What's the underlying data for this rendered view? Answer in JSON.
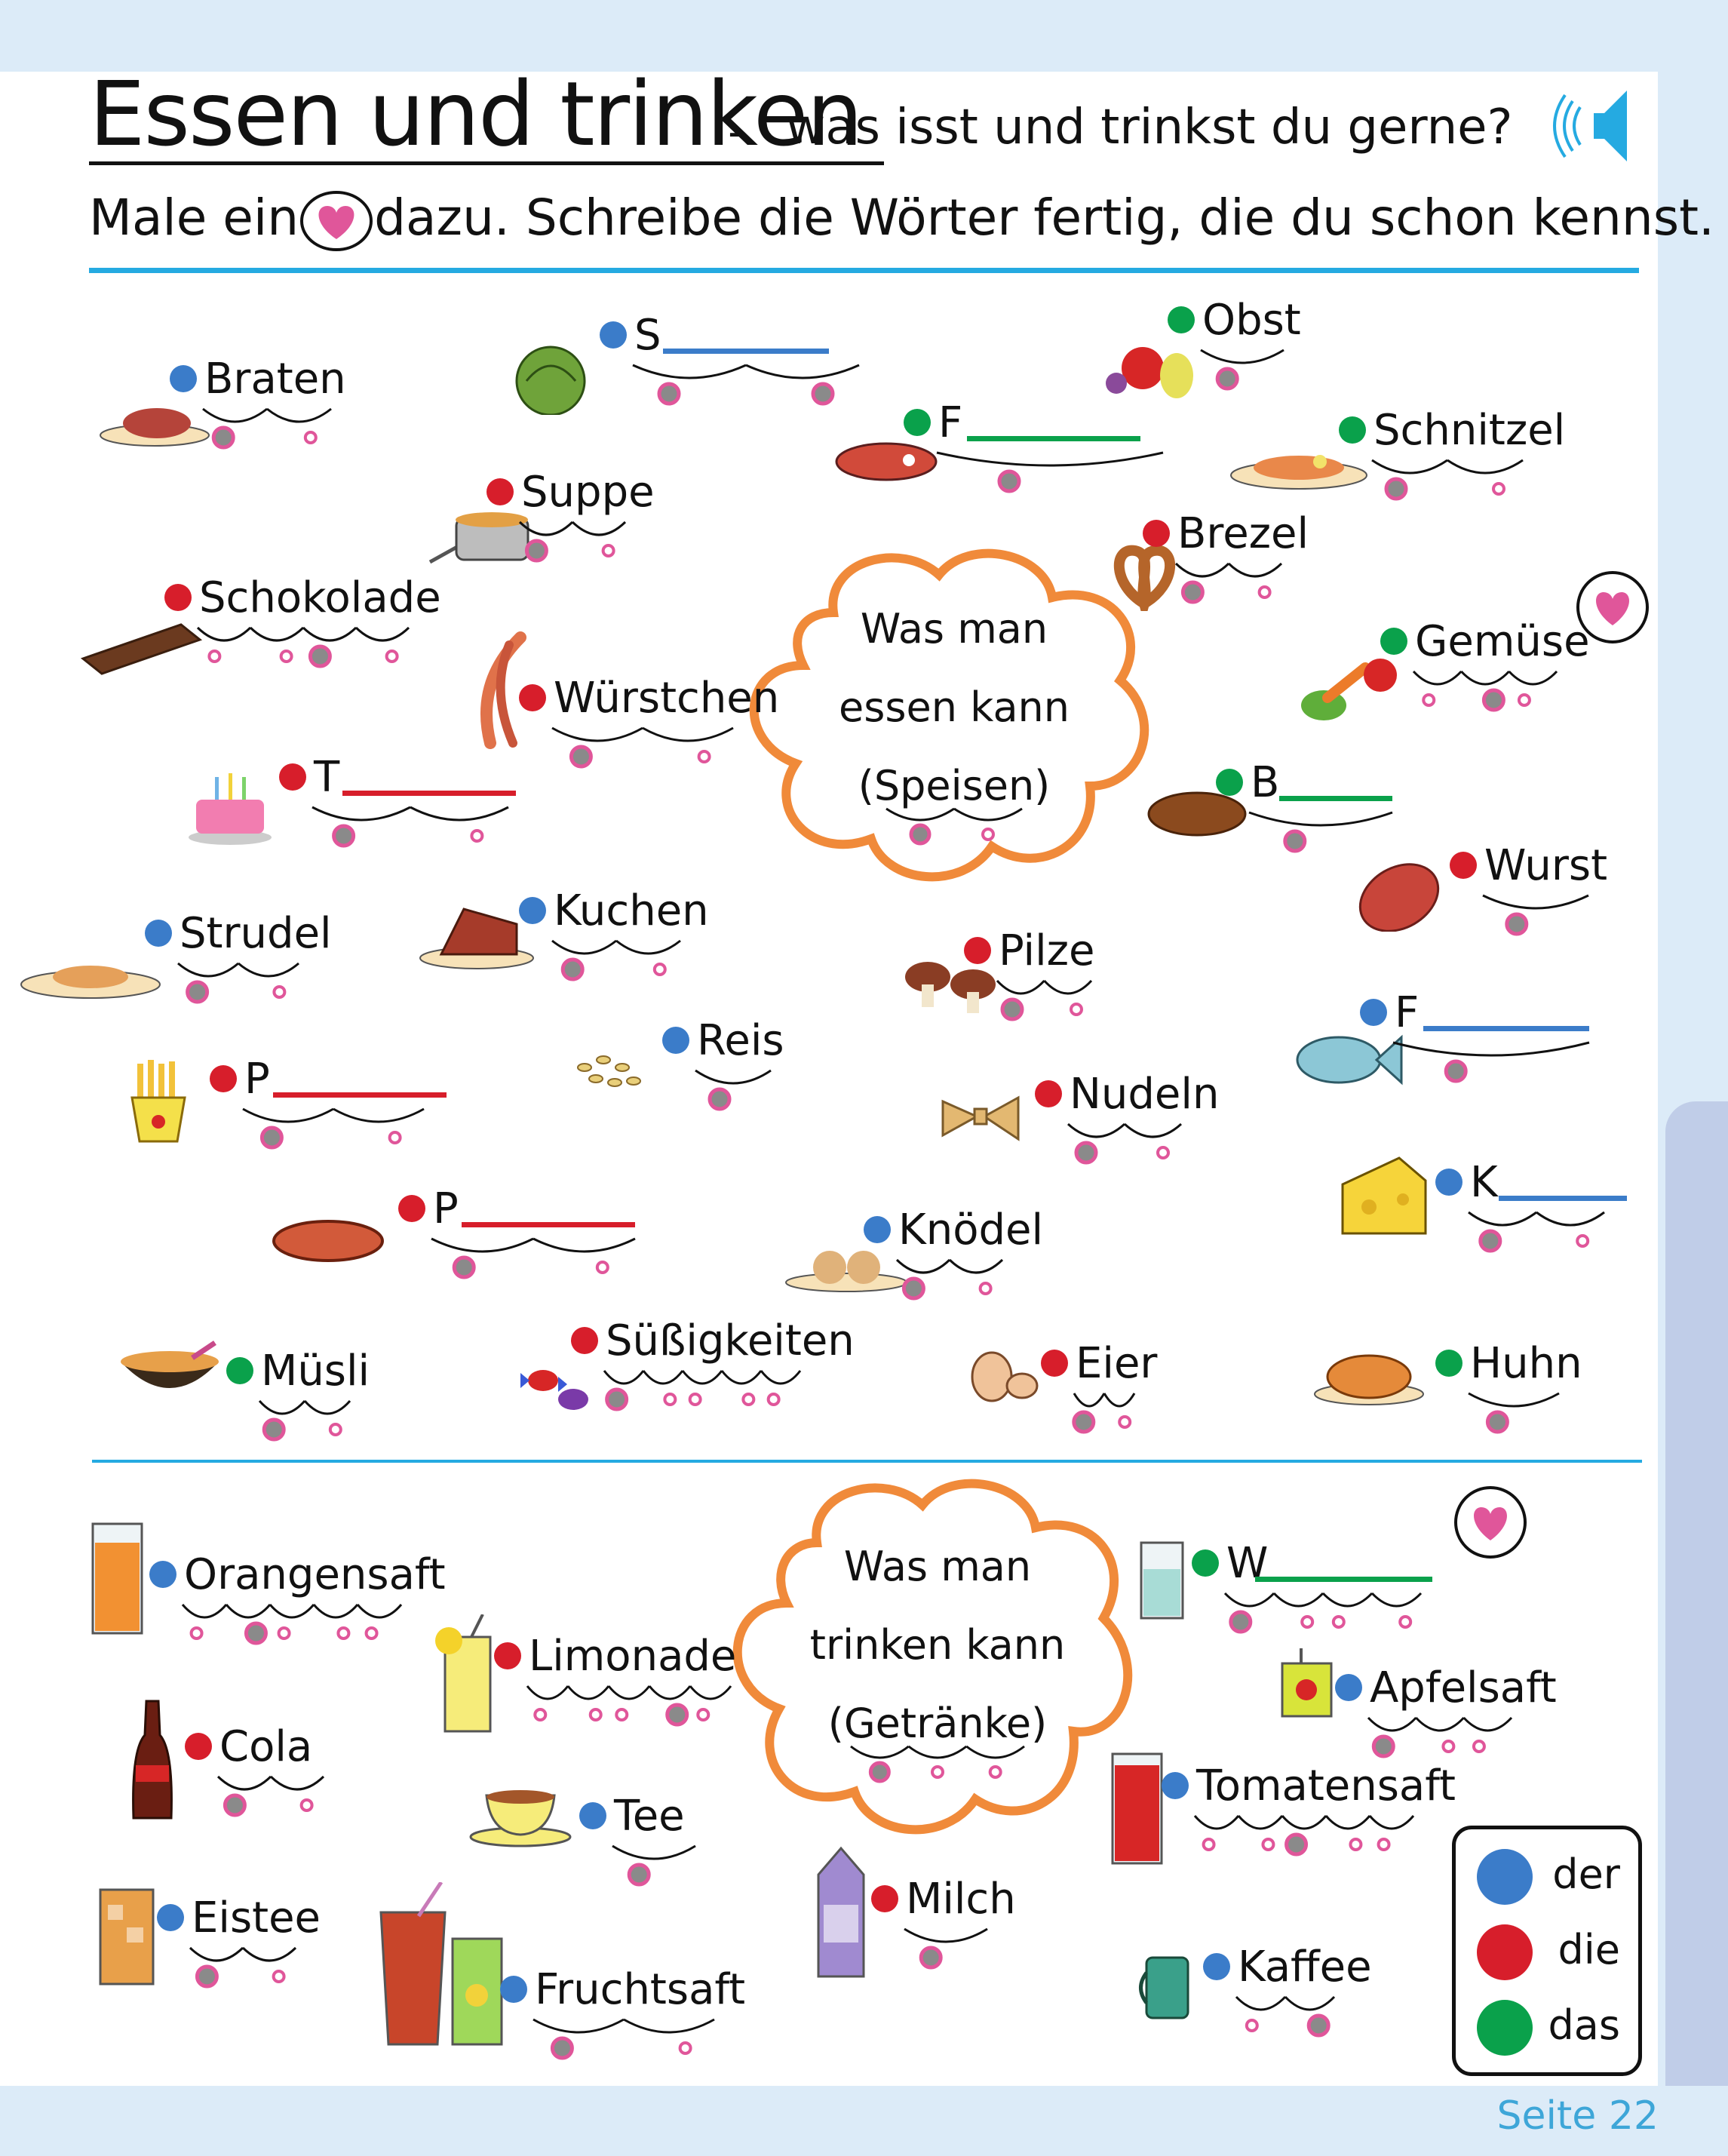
{
  "header": {
    "title": "Essen und trinken",
    "dash": "-",
    "subtitle": "was isst und trinkst du gerne?",
    "instruction_part1": "Male ein",
    "instruction_part2": "dazu. Schreibe die Wörter fertig, die du schon kennst.",
    "audio_icon": "speaker-icon"
  },
  "colors": {
    "der": "#3b7cc9",
    "die": "#d71e2b",
    "das": "#0aa14b",
    "accent": "#25aae1",
    "cloud": "#f08a3a",
    "heart": "#e0569a"
  },
  "food_section": {
    "cloud": {
      "line1": "Was man",
      "line2": "essen kann",
      "line3": "(Speisen)"
    },
    "words": [
      {
        "label": "Braten",
        "article": "der"
      },
      {
        "label": "S",
        "article": "der",
        "blank": true
      },
      {
        "label": "Obst",
        "article": "das"
      },
      {
        "label": "F",
        "article": "das",
        "blank": true
      },
      {
        "label": "Schnitzel",
        "article": "das"
      },
      {
        "label": "Suppe",
        "article": "die"
      },
      {
        "label": "Brezel",
        "article": "die"
      },
      {
        "label": "Schokolade",
        "article": "die"
      },
      {
        "label": "Würstchen",
        "article": "die"
      },
      {
        "label": "Gemüse",
        "article": "das"
      },
      {
        "label": "T",
        "article": "die",
        "blank": true
      },
      {
        "label": "B",
        "article": "das",
        "blank": true
      },
      {
        "label": "Wurst",
        "article": "die"
      },
      {
        "label": "Strudel",
        "article": "der"
      },
      {
        "label": "Kuchen",
        "article": "der"
      },
      {
        "label": "Pilze",
        "article": "die"
      },
      {
        "label": "Reis",
        "article": "der"
      },
      {
        "label": "F",
        "article": "der",
        "blank": true
      },
      {
        "label": "P",
        "article": "die",
        "blank": true
      },
      {
        "label": "Nudeln",
        "article": "die"
      },
      {
        "label": "K",
        "article": "der",
        "blank": true
      },
      {
        "label": "P",
        "article": "die",
        "blank": true
      },
      {
        "label": "Knödel",
        "article": "der"
      },
      {
        "label": "Müsli",
        "article": "das"
      },
      {
        "label": "Süßigkeiten",
        "article": "die"
      },
      {
        "label": "Eier",
        "article": "die"
      },
      {
        "label": "Huhn",
        "article": "das"
      }
    ]
  },
  "drink_section": {
    "cloud": {
      "line1": "Was man",
      "line2": "trinken kann",
      "line3": "(Getränke)"
    },
    "words": [
      {
        "label": "Orangensaft",
        "article": "der"
      },
      {
        "label": "W",
        "article": "das",
        "blank": true
      },
      {
        "label": "Limonade",
        "article": "die"
      },
      {
        "label": "Apfelsaft",
        "article": "der"
      },
      {
        "label": "Cola",
        "article": "die"
      },
      {
        "label": "Tomatensaft",
        "article": "der"
      },
      {
        "label": "Tee",
        "article": "der"
      },
      {
        "label": "Milch",
        "article": "die"
      },
      {
        "label": "Eistee",
        "article": "der"
      },
      {
        "label": "Kaffee",
        "article": "der"
      },
      {
        "label": "Fruchtsaft",
        "article": "der"
      }
    ]
  },
  "legend": [
    {
      "label": "der",
      "color": "#3b7cc9"
    },
    {
      "label": "die",
      "color": "#d71e2b"
    },
    {
      "label": "das",
      "color": "#0aa14b"
    }
  ],
  "footer": {
    "page": "Seite 22"
  }
}
